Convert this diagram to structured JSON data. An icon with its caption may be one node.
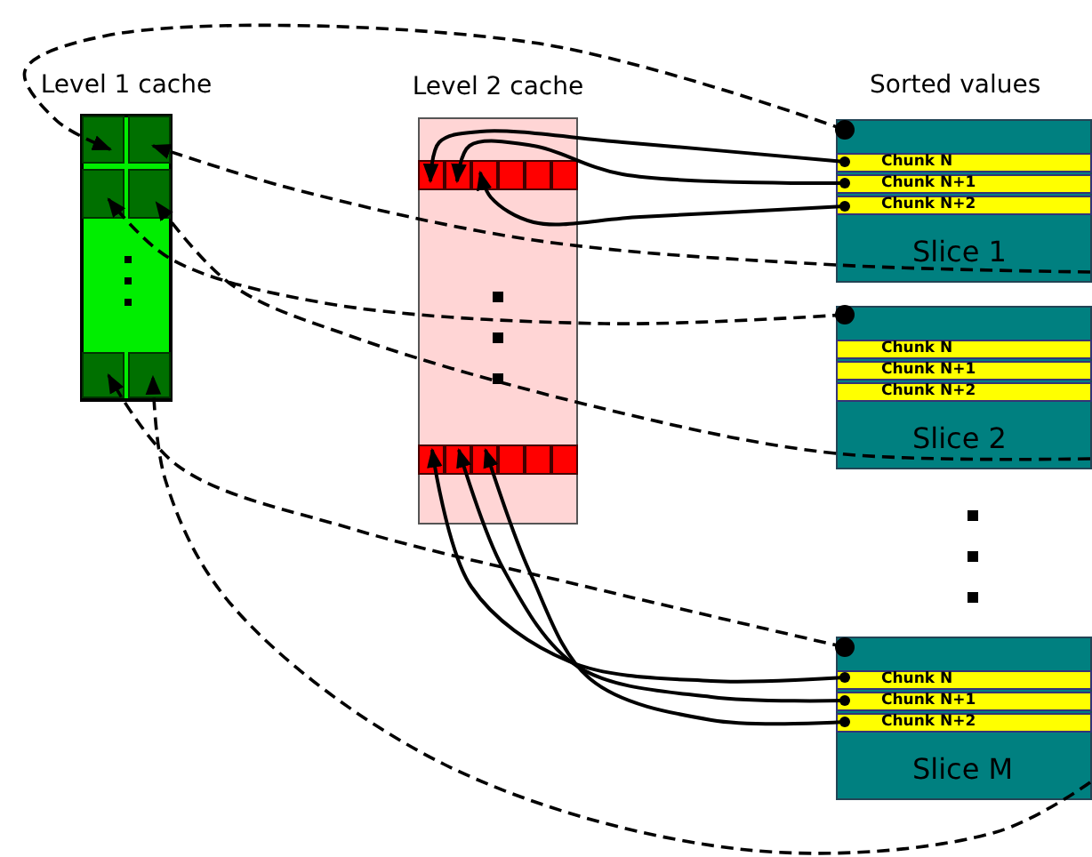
{
  "diagram": {
    "nodes": [
      {
        "text": [
          "Level 1 cache"
        ]
      },
      {
        "text": [],
        "shape": "box",
        "in": 0
      },
      {
        "text": [],
        "shape": "box",
        "in": 0
      },
      {
        "text": [],
        "shape": "box",
        "in": 0
      },
      {
        "text": [],
        "shape": "box",
        "in": 0
      },
      {
        "text": [],
        "shape": "box",
        "in": 0
      },
      {
        "text": [],
        "shape": "box",
        "in": 0
      },
      {
        "text": [
          "Level 2 cache"
        ]
      },
      {
        "text": [],
        "shape": "box",
        "in": 7
      },
      {
        "text": [],
        "shape": "box",
        "in": 7
      },
      {
        "text": [],
        "shape": "box",
        "in": 7
      },
      {
        "text": [],
        "shape": "box",
        "in": 7
      },
      {
        "text": [],
        "shape": "box",
        "in": 7
      },
      {
        "text": [],
        "shape": "box",
        "in": 7
      },
      {
        "text": [],
        "shape": "box",
        "in": 7
      },
      {
        "text": [],
        "shape": "box",
        "in": 7
      },
      {
        "text": [],
        "shape": "box",
        "in": 7
      },
      {
        "text": [],
        "shape": "box",
        "in": 7
      },
      {
        "text": [],
        "shape": "box",
        "in": 7
      },
      {
        "text": [],
        "shape": "box",
        "in": 7
      },
      {
        "text": [
          "Slice 1"
        ]
      },
      {
        "text": [
          "Chunk N"
        ],
        "in": 20
      },
      {
        "text": [
          "Chunk N+1"
        ],
        "in": 20
      },
      {
        "text": [
          "Chunk N+2"
        ],
        "in": 20
      },
      {
        "text": [
          "Slice 2"
        ]
      },
      {
        "text": [
          "Chunk N"
        ],
        "in": 24
      },
      {
        "text": [
          "Chunk N+1"
        ],
        "in": 24
      },
      {
        "text": [
          "Chunk N+2"
        ],
        "in": 24
      },
      {
        "text": [
          "Slice M"
        ]
      },
      {
        "text": [
          "Chunk N"
        ],
        "in": 28
      },
      {
        "text": [
          "Chunk N+1"
        ],
        "in": 28
      },
      {
        "text": [
          "Chunk N+2"
        ],
        "in": 28
      }
    ],
    "edges": [
      {
        "from": 20,
        "to": 1,
        "arrow": "to",
        "style": "dashed"
      },
      {
        "from": 20,
        "to": 2,
        "arrow": "to",
        "style": "dashed"
      },
      {
        "from": 24,
        "to": 3,
        "arrow": "to",
        "style": "dashed"
      },
      {
        "from": 24,
        "to": 4,
        "arrow": "to",
        "style": "dashed"
      },
      {
        "from": 28,
        "to": 5,
        "arrow": "to",
        "style": "dashed"
      },
      {
        "from": 28,
        "to": 6,
        "arrow": "to",
        "style": "dashed"
      },
      {
        "from": 21,
        "to": 8,
        "arrow": "to"
      },
      {
        "from": 22,
        "to": 9,
        "arrow": "to"
      },
      {
        "from": 23,
        "to": 10,
        "arrow": "to"
      },
      {
        "from": 29,
        "to": 14,
        "arrow": "to"
      },
      {
        "from": 30,
        "to": 15,
        "arrow": "to"
      },
      {
        "from": 31,
        "to": 16,
        "arrow": "to"
      }
    ],
    "labels": [
      "Sorted values"
    ]
  }
}
